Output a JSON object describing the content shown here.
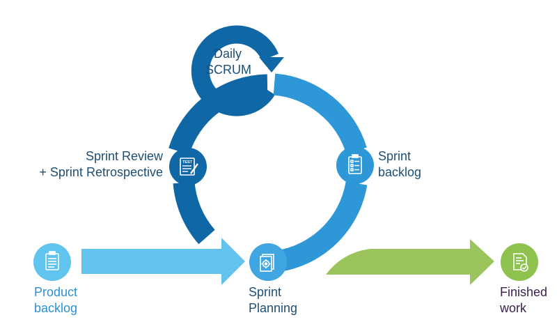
{
  "colors": {
    "dark_blue": "#0f67a6",
    "mid_blue": "#2d97d8",
    "light_blue": "#62c3ee",
    "circle_blue": "#3fa6e2",
    "circle_light": "#61c4ef",
    "green": "#9cc45c",
    "green_circle": "#8fc14f",
    "label_blue": "#1d4e73",
    "label_light": "#2b8fd0",
    "label_purple": "#3a2150"
  },
  "icons": {
    "product_backlog": "clipboard-list-icon",
    "sprint_planning": "document-gear-icon",
    "sprint_backlog": "clipboard-checklist-icon",
    "sprint_review": "test-document-icon",
    "finished_work": "document-check-icon"
  },
  "labels": {
    "daily": [
      "Daily",
      "SCRUM"
    ],
    "review": [
      "Sprint Review",
      "+ Sprint Retrospective"
    ],
    "backlog": [
      "Sprint",
      "backlog"
    ],
    "product": [
      "Product",
      "backlog"
    ],
    "planning": [
      "Sprint",
      "Planning"
    ],
    "finished": [
      "Finished",
      "work"
    ]
  },
  "icon_text": {
    "test": "TEST"
  }
}
